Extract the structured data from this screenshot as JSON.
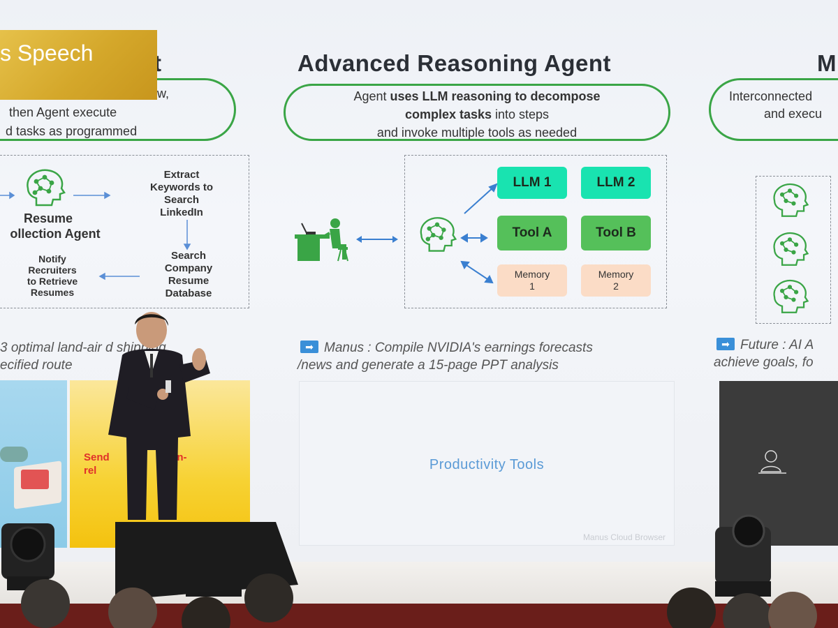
{
  "overlay": {
    "label": "s Speech"
  },
  "left_section": {
    "title": "t",
    "description_lines": [
      "workflow,",
      "then Agent execute",
      "d tasks as programmed"
    ],
    "agent_label_lines": [
      "Resume",
      "ollection Agent"
    ],
    "steps": {
      "extract": [
        "Extract",
        "Keywords to",
        "Search",
        "LinkedIn"
      ],
      "search": [
        "Search",
        "Company",
        "Resume",
        "Database"
      ],
      "notify": [
        "Notify",
        "Recruiters",
        "to Retrieve",
        "Resumes"
      ]
    },
    "example_lines": [
      "3 optimal land-air   d shipping",
      "ecified route"
    ],
    "image_text_lines": [
      "Send",
      "rel",
      "ion-"
    ]
  },
  "middle_section": {
    "title": "Advanced Reasoning Agent",
    "description": {
      "line1_plain": "Agent ",
      "line1_bold": "uses LLM reasoning to decompose",
      "line2_bold": "complex tasks",
      "line2_plain": " into steps",
      "line3": "and invoke multiple tools as needed"
    },
    "boxes": {
      "llm1": "LLM 1",
      "llm2": "LLM 2",
      "tool_a": "Tool A",
      "tool_b": "Tool B",
      "memory1": [
        "Memory",
        "1"
      ],
      "memory2": [
        "Memory",
        "2"
      ]
    },
    "example_lines": [
      "Manus :  Compile NVIDIA's earnings forecasts",
      "/news and generate a 15-page PPT analysis"
    ],
    "screen_label": "Productivity Tools",
    "screen_caption": "Manus Cloud Browser"
  },
  "right_section": {
    "title": "M",
    "description_lines": [
      "Interconnected",
      "and execu"
    ],
    "example_lines": [
      "Future :  AI A",
      "achieve goals, fo"
    ]
  },
  "icon_arrow": "➡",
  "colors": {
    "accent_green": "#3aa546",
    "llm_teal": "#19e3b0",
    "tool_green": "#55c05a",
    "memory_peach": "#fbdcc6",
    "badge_blue": "#3a8fd8",
    "gold": "#d4a72a"
  }
}
